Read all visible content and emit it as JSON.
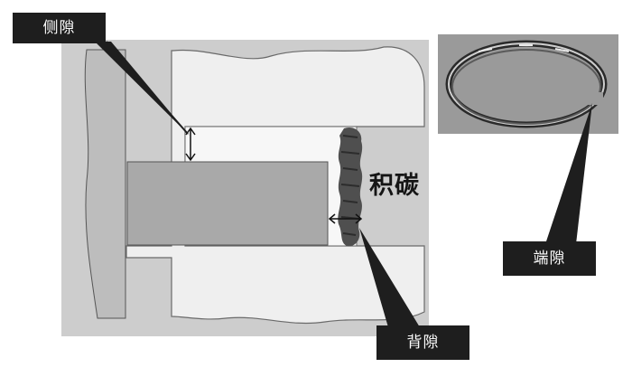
{
  "labels": {
    "side_gap": "侧隙",
    "carbon_deposit": "积碳",
    "back_gap": "背隙",
    "end_gap": "端隙"
  },
  "colors": {
    "background_panel": "#cdcdcd",
    "piston": "#d2d2d2",
    "groove_face": "#efefef",
    "ring": "#a9a9a9",
    "carbon": "#4f4f4f",
    "callout": "#1e1e1e",
    "ring_photo_bg": "#9a9a9a"
  }
}
